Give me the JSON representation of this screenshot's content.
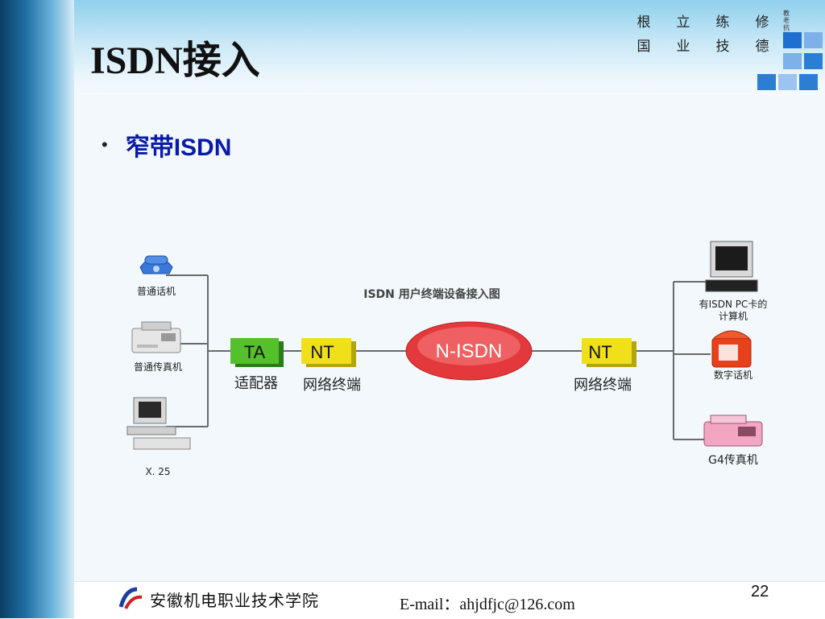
{
  "slide": {
    "title": "ISDN接入",
    "bullet": "窄带ISDN",
    "page_number": "22"
  },
  "motto": {
    "row1": [
      "根",
      "立",
      "练",
      "修"
    ],
    "row2": [
      "国",
      "业",
      "技",
      "德"
    ],
    "side_text": "教老抗训"
  },
  "diagram": {
    "caption": "ISDN 用户终端设备接入图",
    "left_devices": [
      {
        "icon": "telephone-icon",
        "label": "普通话机"
      },
      {
        "icon": "fax-icon",
        "label": "普通传真机"
      },
      {
        "icon": "computer-icon",
        "label": "X. 25"
      }
    ],
    "ta_box": {
      "text": "TA",
      "label": "适配器"
    },
    "nt_left": {
      "text": "NT",
      "label": "网络终端"
    },
    "network": {
      "text": "N-ISDN"
    },
    "nt_right": {
      "text": "NT",
      "label": "网络终端"
    },
    "right_devices": [
      {
        "icon": "computer-icon",
        "label_line1": "有ISDN PC卡的",
        "label_line2": "计算机"
      },
      {
        "icon": "digital-telephone-icon",
        "label": "数字话机"
      },
      {
        "icon": "g4-fax-icon",
        "label": "G4传真机"
      }
    ]
  },
  "footer": {
    "school": "安徽机电职业技术学院",
    "email": "E-mail：ahjdfjc@126.com"
  },
  "colors": {
    "ta_green": "#4caf2a",
    "nt_yellow": "#e8d80e",
    "network_red": "#e8484a",
    "title_blue": "#0a1aa8",
    "accent_blue": "#2a7fd4"
  }
}
